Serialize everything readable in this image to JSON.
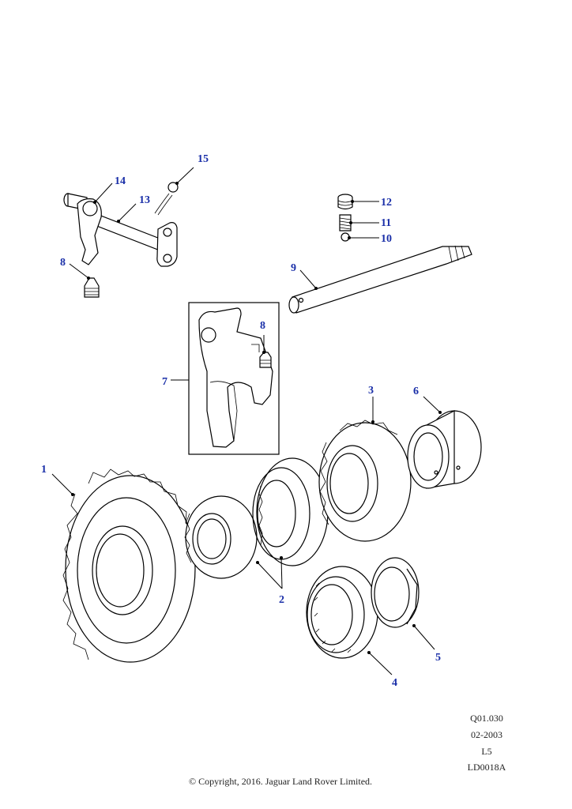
{
  "callouts": {
    "c1": "1",
    "c2": "2",
    "c3": "3",
    "c4": "4",
    "c5": "5",
    "c6": "6",
    "c7": "7",
    "c8a": "8",
    "c8b": "8",
    "c9": "9",
    "c10": "10",
    "c11": "11",
    "c12": "12",
    "c13": "13",
    "c14": "14",
    "c15": "15"
  },
  "reference": {
    "code": "Q01.030",
    "date": "02-2003",
    "level": "L5",
    "drawing_id": "LD0018A"
  },
  "copyright": "© Copyright, 2016. Jaguar Land Rover Limited.",
  "colors": {
    "callout": "#1a2fa8",
    "line": "#000000",
    "background": "#ffffff"
  }
}
